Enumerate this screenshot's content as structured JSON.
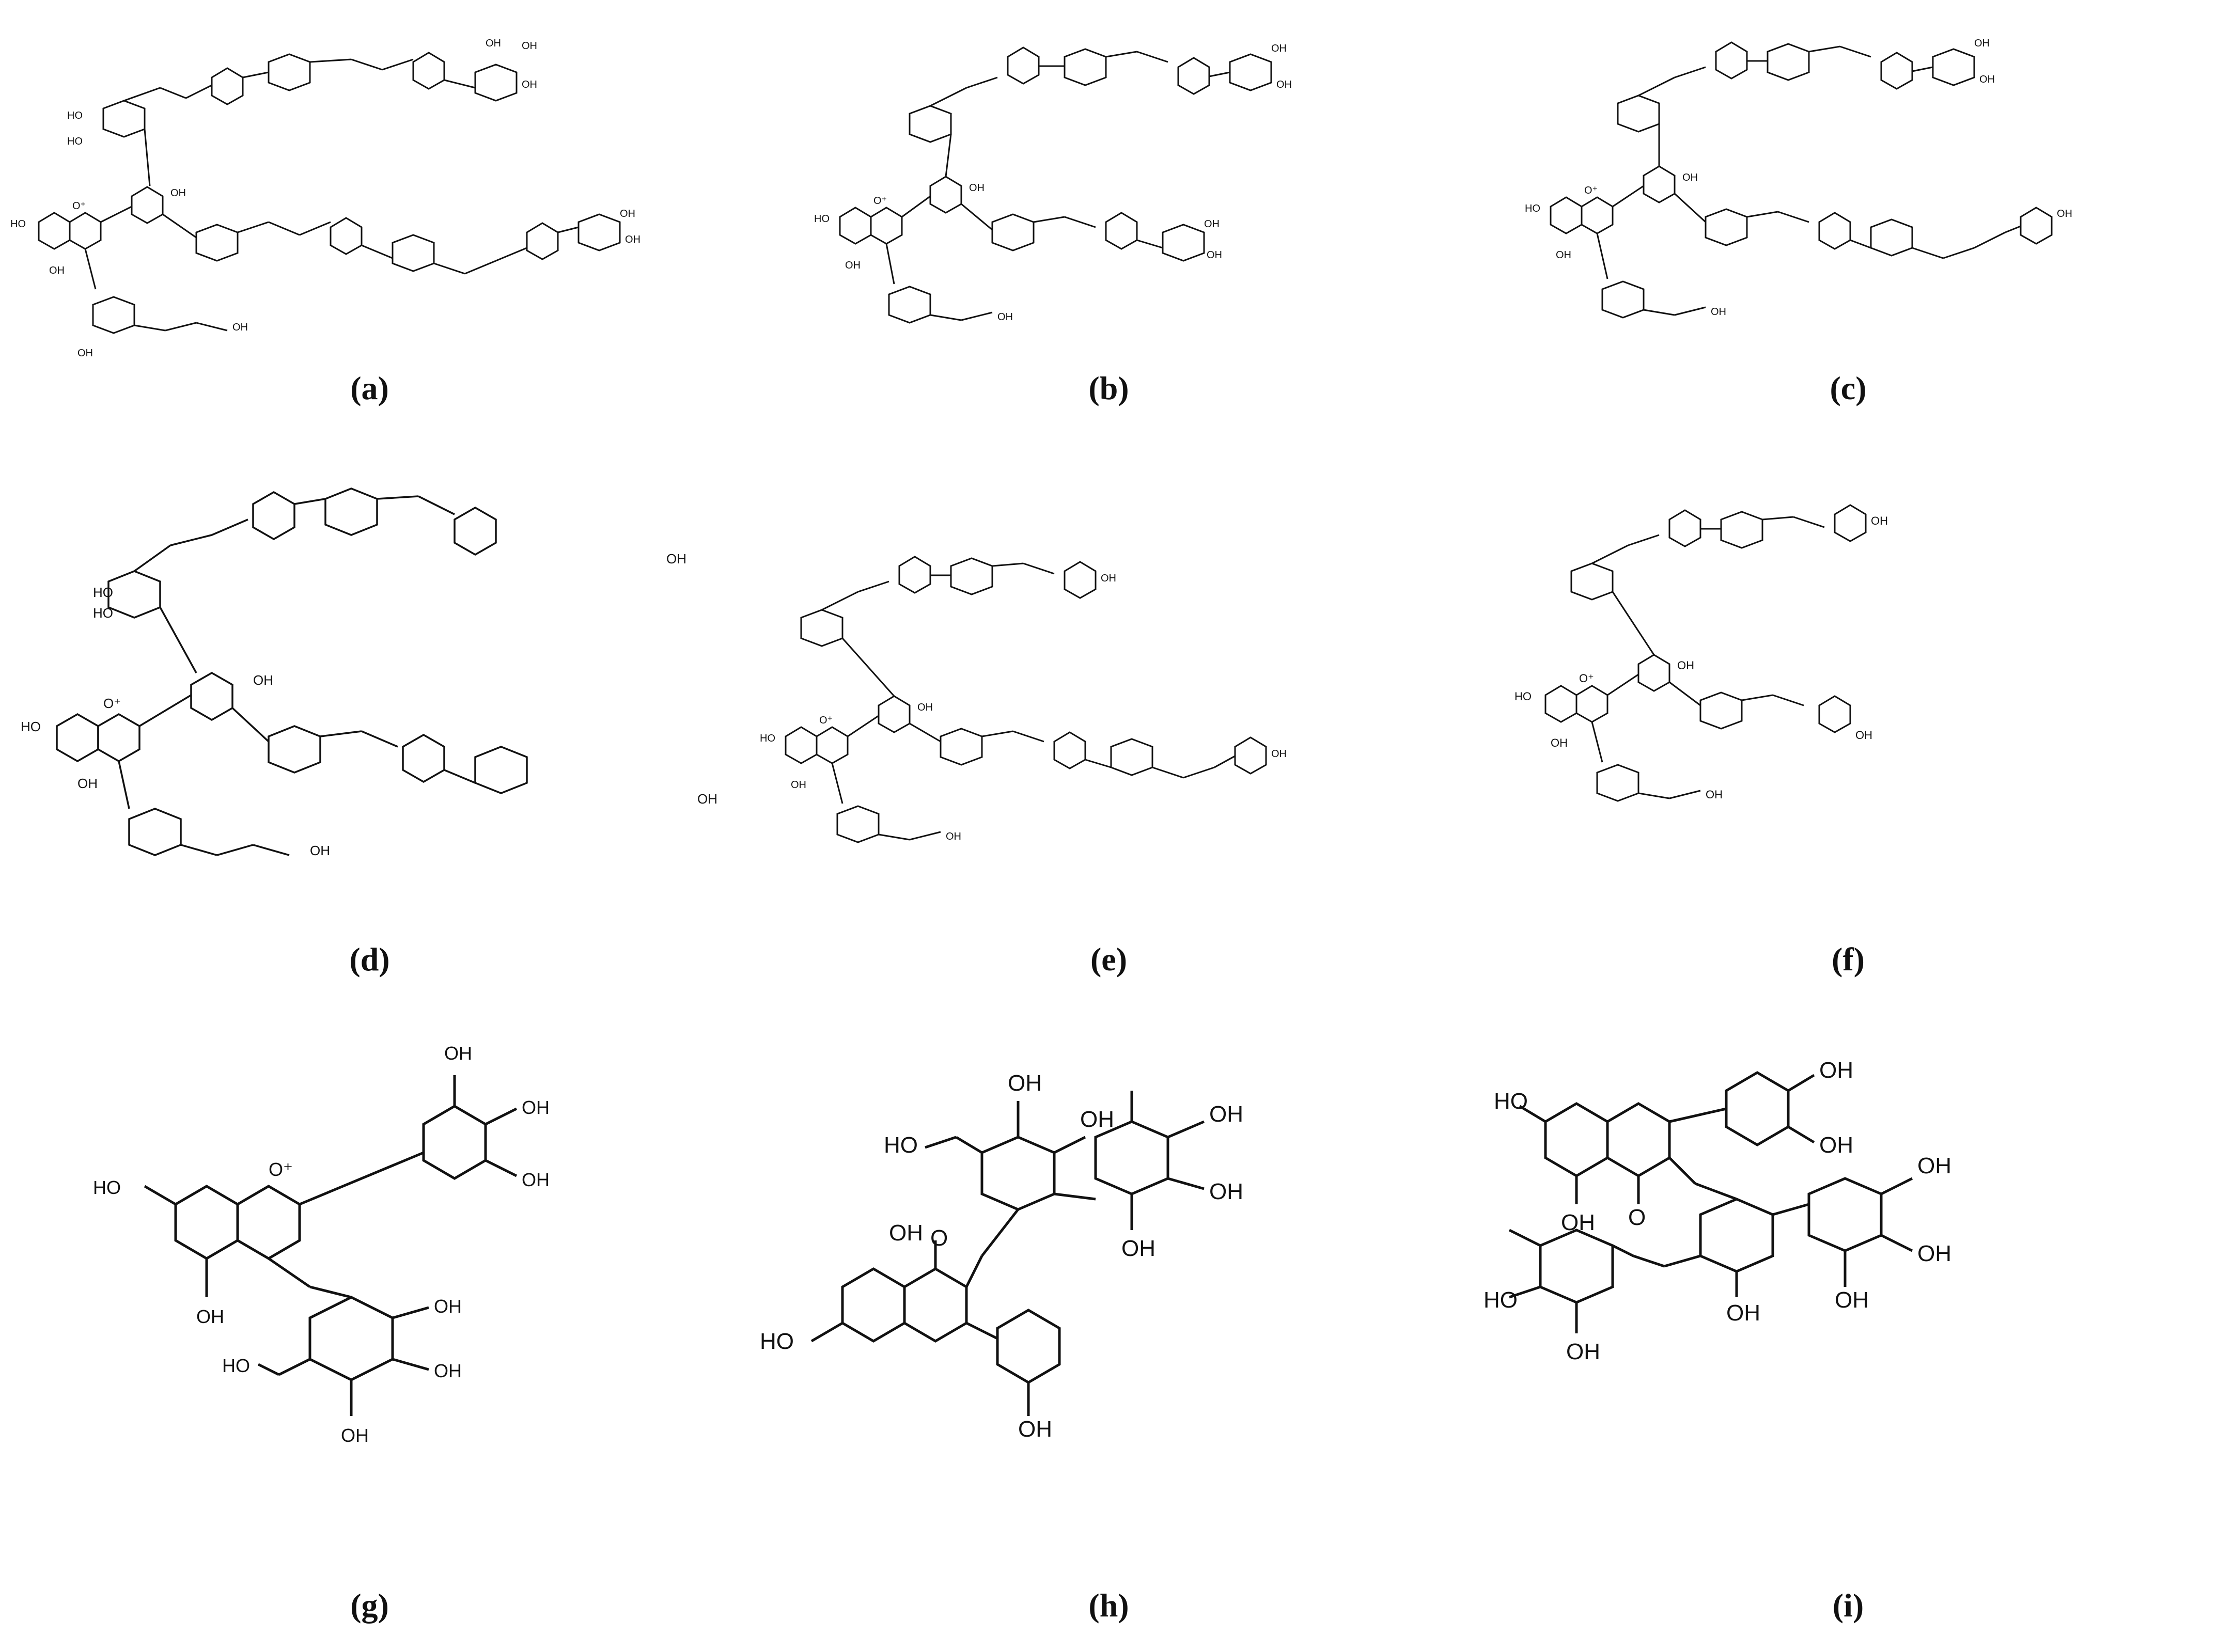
{
  "colors": {
    "ink": "#111111",
    "background": "#ffffff"
  },
  "panels": [
    {
      "label": "(a)",
      "structure": "polyacylated-anthocyanin-a"
    },
    {
      "label": "(b)",
      "structure": "polyacylated-anthocyanin-b"
    },
    {
      "label": "(c)",
      "structure": "polyacylated-anthocyanin-c"
    },
    {
      "label": "(d)",
      "structure": "polyacylated-anthocyanin-d"
    },
    {
      "label": "(e)",
      "structure": "polyacylated-anthocyanin-e"
    },
    {
      "label": "(f)",
      "structure": "polyacylated-anthocyanin-f"
    },
    {
      "label": "(g)",
      "structure": "delphinidin-glucoside"
    },
    {
      "label": "(h)",
      "structure": "kaempferol-diglycoside"
    },
    {
      "label": "(i)",
      "structure": "quercetin-triglycoside"
    }
  ],
  "atom_labels": {
    "oh": "OH",
    "ho": "HO",
    "o": "O",
    "oplus": "O⁺",
    "oplus_small": "O+"
  }
}
